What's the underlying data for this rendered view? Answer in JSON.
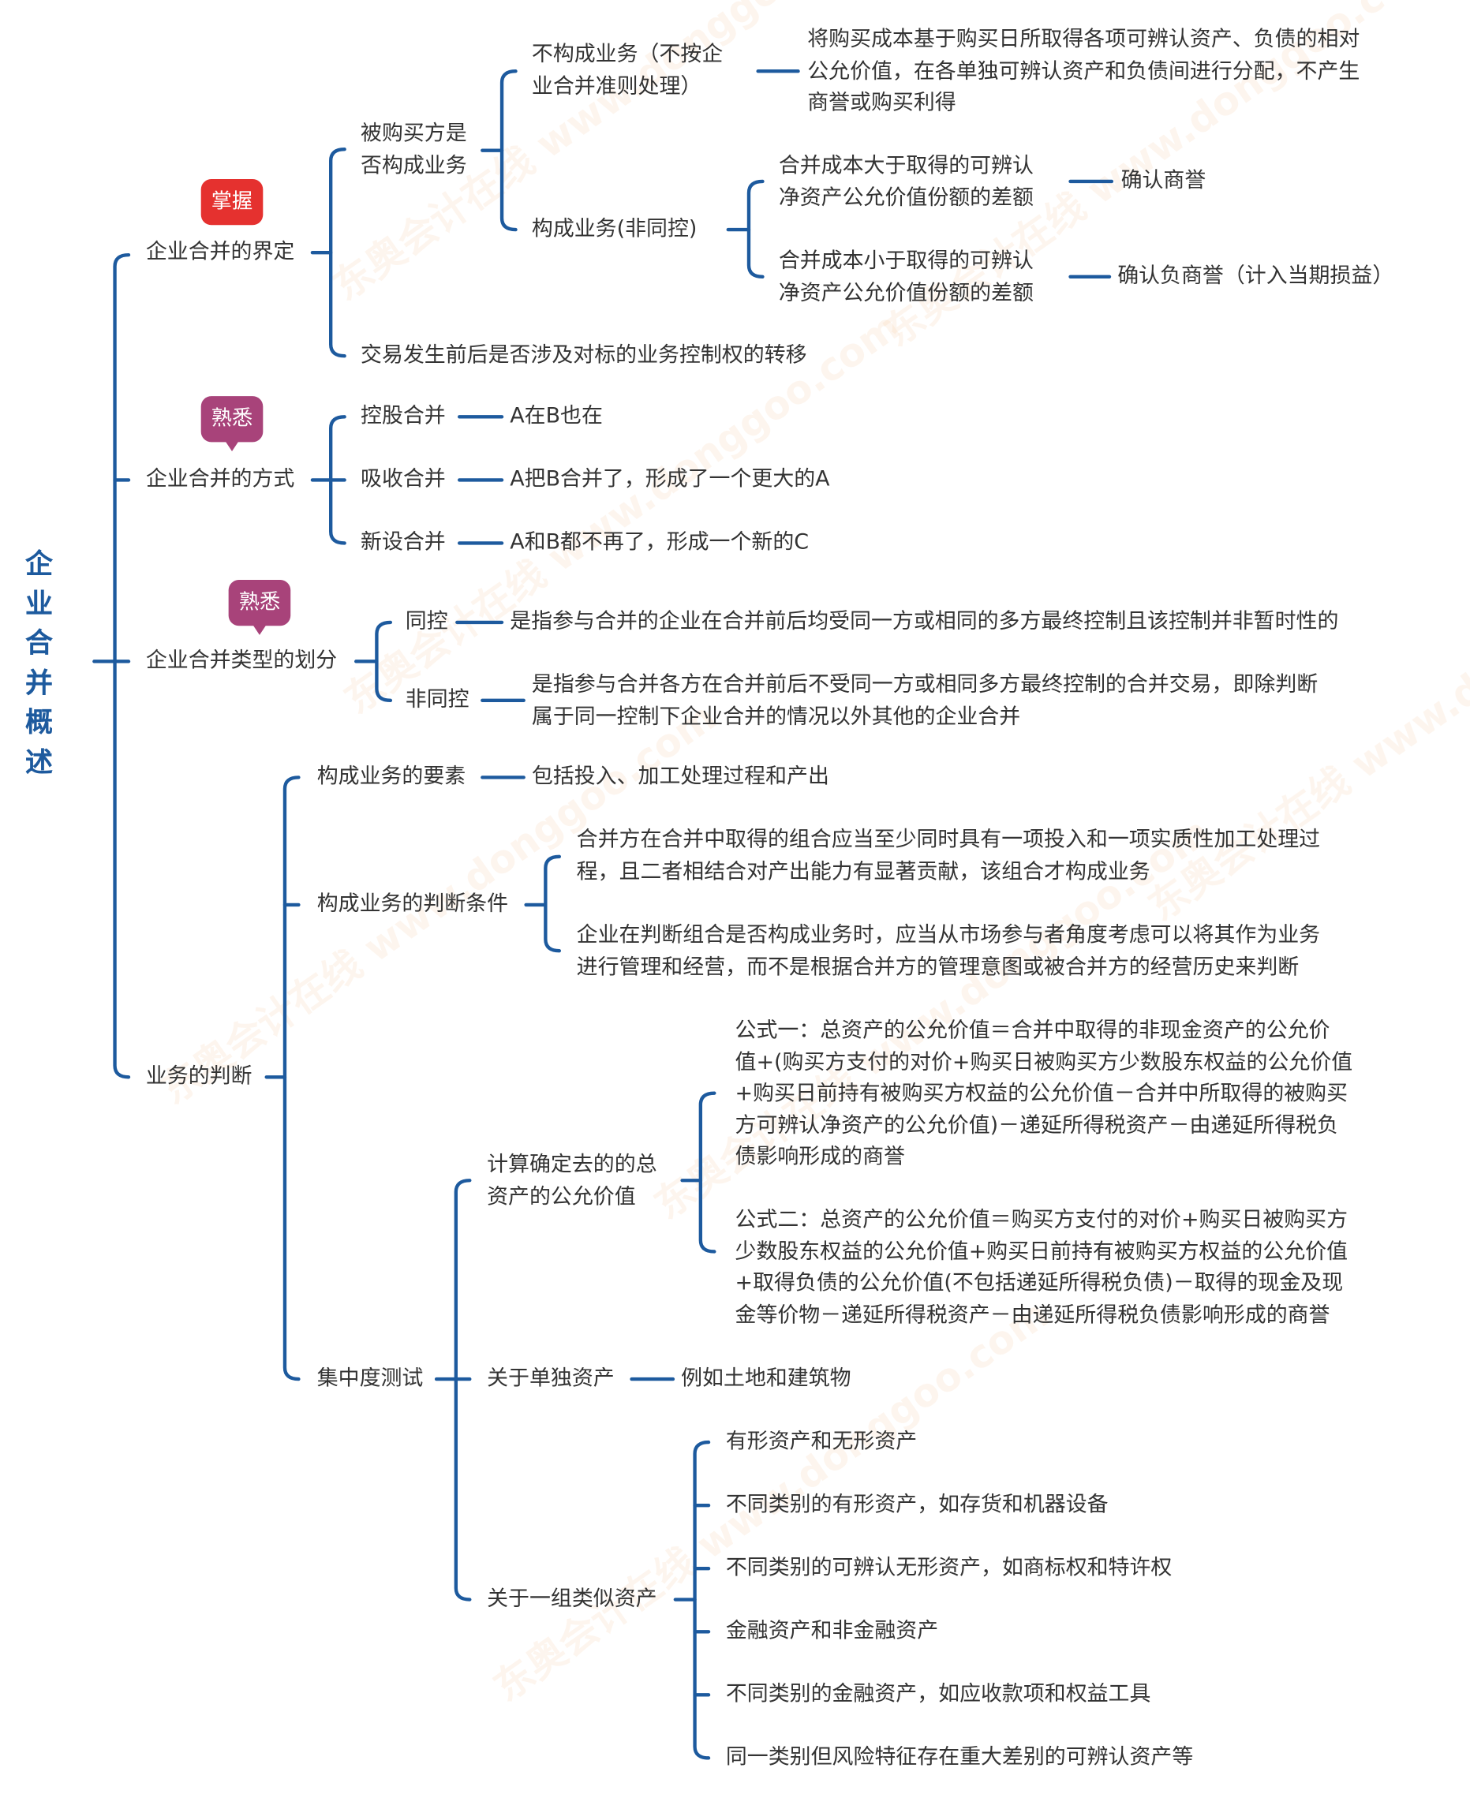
{
  "root": "企业合并概述",
  "colors": {
    "line": "#1d5a9e",
    "badge_master": "#e5312f",
    "badge_familiar": "#a8437a"
  },
  "watermark": "东奥会计在线 www.donggoo.com",
  "nodes": {
    "def": {
      "label": "企业合并的界定",
      "badge": "掌握",
      "business": {
        "label_lines": [
          "被购买方是",
          "否构成业务"
        ],
        "not_business": {
          "label_lines": [
            "不构成业务（不按企",
            "业合并准则处理）"
          ],
          "desc_lines": [
            "将购买成本基于购买日所取得各项可辨认资产、负债的相对",
            "公允价值，在各单独可辨认资产和负债间进行分配，不产生",
            "商誉或购买利得"
          ]
        },
        "is_business": {
          "label": "构成业务(非同控)",
          "greater": {
            "label_lines": [
              "合并成本大于取得的可辨认",
              "净资产公允价值份额的差额"
            ],
            "result": "确认商誉"
          },
          "less": {
            "label_lines": [
              "合并成本小于取得的可辨认",
              "净资产公允价值份额的差额"
            ],
            "result": "确认负商誉（计入当期损益）"
          }
        }
      },
      "control_transfer": "交易发生前后是否涉及对标的业务控制权的转移"
    },
    "method": {
      "label": "企业合并的方式",
      "badge": "熟悉",
      "items": [
        {
          "label": "控股合并",
          "desc": "A在B也在"
        },
        {
          "label": "吸收合并",
          "desc": "A把B合并了，形成了一个更大的A"
        },
        {
          "label": "新设合并",
          "desc": "A和B都不再了，形成一个新的C"
        }
      ]
    },
    "type": {
      "label": "企业合并类型的划分",
      "badge": "熟悉",
      "same": {
        "label": "同控",
        "desc": "是指参与合并的企业在合并前后均受同一方或相同的多方最终控制且该控制并非暂时性的"
      },
      "diff": {
        "label": "非同控",
        "desc_lines": [
          "是指参与合并各方在合并前后不受同一方或相同多方最终控制的合并交易，即除判断",
          "属于同一控制下企业合并的情况以外其他的企业合并"
        ]
      }
    },
    "judge": {
      "label": "业务的判断",
      "elements": {
        "label": "构成业务的要素",
        "desc": "包括投入、加工处理过程和产出"
      },
      "conditions": {
        "label": "构成业务的判断条件",
        "items": [
          [
            "合并方在合并中取得的组合应当至少同时具有一项投入和一项实质性加工处理过",
            "程，且二者相结合对产出能力有显著贡献，该组合才构成业务"
          ],
          [
            "企业在判断组合是否构成业务时，应当从市场参与者角度考虑可以将其作为业务",
            "进行管理和经营，而不是根据合并方的管理意图或被合并方的经营历史来判断"
          ]
        ]
      },
      "concentration": {
        "label": "集中度测试",
        "total_assets": {
          "label_lines": [
            "计算确定去的的总",
            "资产的公允价值"
          ],
          "formula1": [
            "公式一：总资产的公允价值＝合并中取得的非现金资产的公允价",
            "值+(购买方支付的对价+购买日被购买方少数股东权益的公允价值",
            "+购买日前持有被购买方权益的公允价值－合并中所取得的被购买",
            "方可辨认净资产的公允价值)－递延所得税资产－由递延所得税负",
            "债影响形成的商誉"
          ],
          "formula2": [
            "公式二：总资产的公允价值＝购买方支付的对价+购买日被购买方",
            "少数股东权益的公允价值+购买日前持有被购买方权益的公允价值",
            "+取得负债的公允价值(不包括递延所得税负债)－取得的现金及现",
            "金等价物－递延所得税资产－由递延所得税负债影响形成的商誉"
          ]
        },
        "single": {
          "label": "关于单独资产",
          "desc": "例如土地和建筑物"
        },
        "group": {
          "label": "关于一组类似资产",
          "items": [
            "有形资产和无形资产",
            "不同类别的有形资产，如存货和机器设备",
            "不同类别的可辨认无形资产，如商标权和特许权",
            "金融资产和非金融资产",
            "不同类别的金融资产，如应收款项和权益工具",
            "同一类别但风险特征存在重大差别的可辨认资产等"
          ]
        }
      }
    }
  }
}
